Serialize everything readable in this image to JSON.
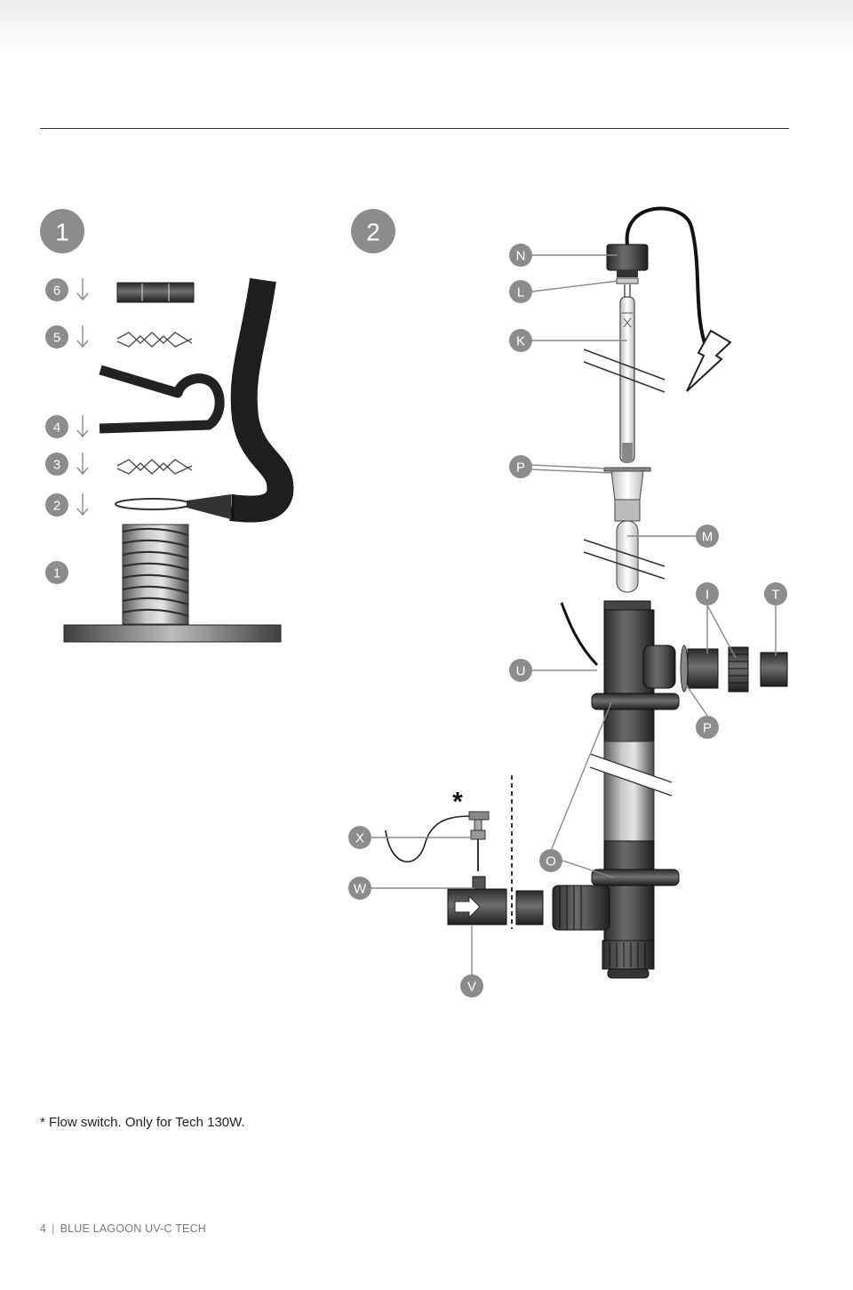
{
  "steps": {
    "step1": "1",
    "step2": "2"
  },
  "fig1_parts": {
    "p6": "6",
    "p5": "5",
    "p4": "4",
    "p3": "3",
    "p2": "2",
    "p1": "1"
  },
  "fig2_parts": {
    "N": "N",
    "L": "L",
    "K": "K",
    "P_top": "P",
    "M": "M",
    "I": "I",
    "T": "T",
    "U": "U",
    "P_side": "P",
    "X": "X",
    "O": "O",
    "W": "W",
    "V": "V",
    "asterisk": "*"
  },
  "footnote": "* Flow switch. Only for Tech 130W.",
  "footer": {
    "page_number": "4",
    "title": "BLUE LAGOON UV-C TECH"
  }
}
